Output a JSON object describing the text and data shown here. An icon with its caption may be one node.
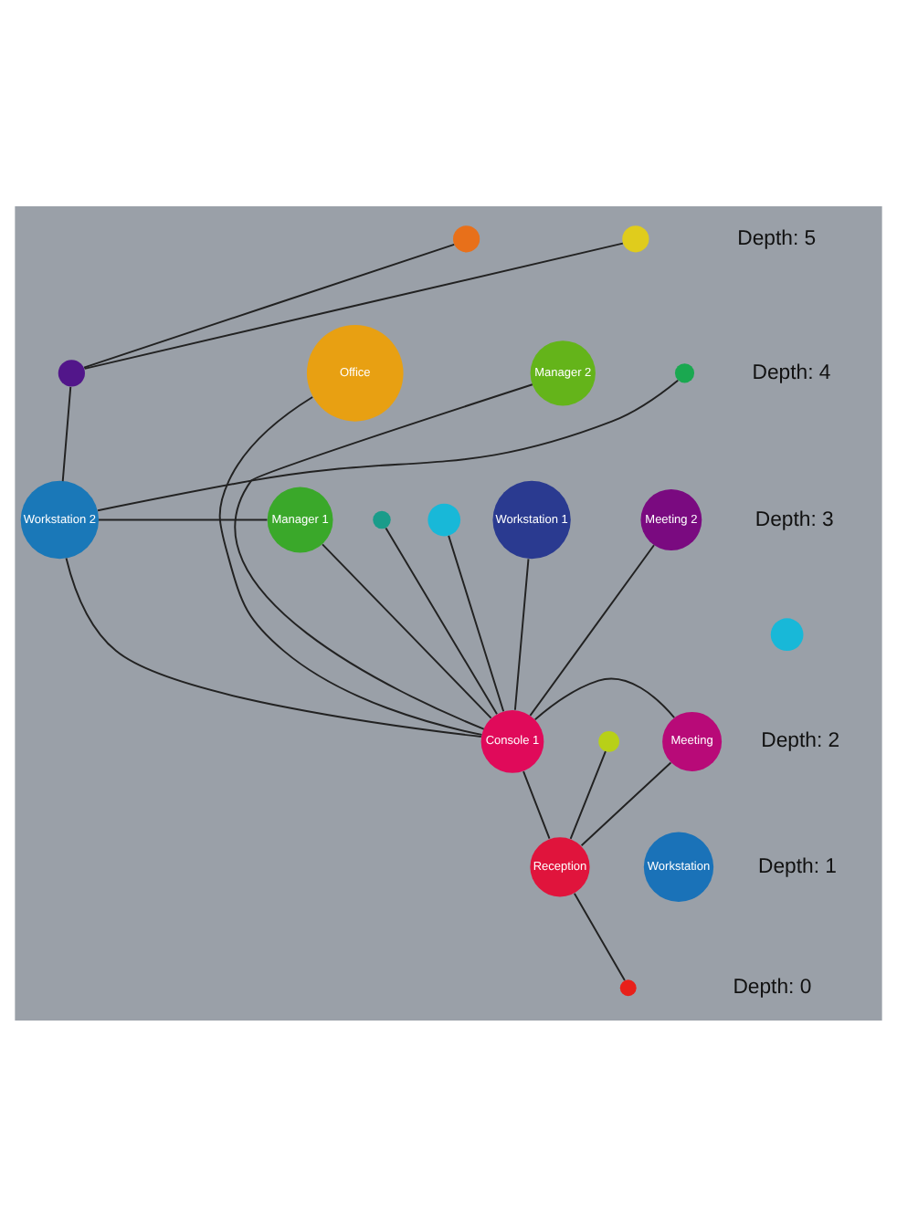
{
  "diagram": {
    "nodes": [
      {
        "text": [],
        "shape": "circle"
      },
      {
        "text": [],
        "shape": "circle"
      },
      {
        "text": [
          "Office"
        ]
      },
      {
        "text": [
          "Manager 2"
        ]
      },
      {
        "text": [],
        "shape": "circle"
      },
      {
        "text": [],
        "shape": "circle"
      },
      {
        "text": [
          "Manager 1"
        ]
      },
      {
        "text": [],
        "shape": "circle"
      },
      {
        "text": [],
        "shape": "circle"
      },
      {
        "text": [
          "Workstation 2"
        ]
      },
      {
        "text": [
          "Workstation 1"
        ]
      },
      {
        "text": [
          "Meeting 2"
        ]
      },
      {
        "text": [],
        "shape": "circle"
      },
      {
        "text": [],
        "shape": "circle"
      },
      {
        "text": [
          "Meeting"
        ]
      },
      {
        "text": [
          "Console 1"
        ]
      },
      {
        "text": [
          "Workstation"
        ]
      },
      {
        "text": [
          "Reception"
        ]
      },
      {
        "text": [],
        "shape": "circle"
      }
    ],
    "edges": [
      {
        "from": 0,
        "to": 5,
        "arrow": "none"
      },
      {
        "from": 1,
        "to": 5,
        "arrow": "none"
      },
      {
        "from": 5,
        "to": 9,
        "arrow": "none"
      },
      {
        "from": 4,
        "to": 9,
        "arrow": "none"
      },
      {
        "from": 2,
        "to": 15,
        "arrow": "none"
      },
      {
        "from": 3,
        "to": 15,
        "arrow": "none"
      },
      {
        "from": 6,
        "to": 9,
        "arrow": "none"
      },
      {
        "from": 6,
        "to": 15,
        "arrow": "none"
      },
      {
        "from": 7,
        "to": 15,
        "arrow": "none"
      },
      {
        "from": 8,
        "to": 15,
        "arrow": "none"
      },
      {
        "from": 9,
        "to": 15,
        "arrow": "none"
      },
      {
        "from": 10,
        "to": 15,
        "arrow": "none"
      },
      {
        "from": 11,
        "to": 15,
        "arrow": "none"
      },
      {
        "from": 14,
        "to": 15,
        "arrow": "none"
      },
      {
        "from": 13,
        "to": 17,
        "arrow": "none"
      },
      {
        "from": 14,
        "to": 17,
        "arrow": "none"
      },
      {
        "from": 15,
        "to": 17,
        "arrow": "none"
      },
      {
        "from": 17,
        "to": 18,
        "arrow": "none"
      }
    ],
    "labels": [
      "Depth: 5",
      "Depth: 4",
      "Depth: 3",
      "Depth: 2",
      "Depth: 1",
      "Depth: 0"
    ]
  }
}
